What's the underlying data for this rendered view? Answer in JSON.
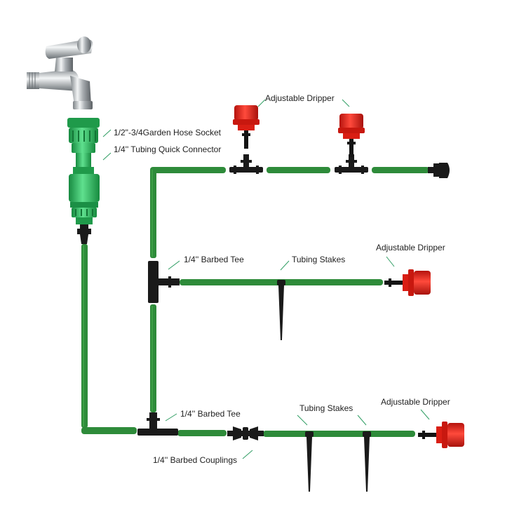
{
  "labels": {
    "hose_socket": "1/2\"-3/4Garden Hose Socket",
    "quick_connector": "1/4'' Tubing Quick Connector",
    "dripper_top": "Adjustable Dripper",
    "dripper_middle": "Adjustable Dripper",
    "dripper_bottom": "Adjustable Dripper",
    "barbed_tee_middle": "1/4'' Barbed Tee",
    "barbed_tee_bottom": "1/4'' Barbed Tee",
    "tubing_stakes_middle": "Tubing Stakes",
    "tubing_stakes_bottom": "Tubing Stakes",
    "barbed_couplings": "1/4'' Barbed Couplings"
  },
  "colors": {
    "tubing": "#2e8b3a",
    "tubing_highlight": "#4caf50",
    "connector_green": "#3cc46a",
    "connector_dark": "#1f9a4a",
    "fitting_black": "#1a1a1a",
    "dripper_red": "#e0231c",
    "dripper_dark_red": "#9e120c",
    "chrome": "#b8bcc0",
    "leader_line": "#2f9d63"
  },
  "icons": [
    "faucet-icon",
    "dripper-icon",
    "stake-icon",
    "tee-icon",
    "coupling-icon",
    "end-plug-icon"
  ]
}
